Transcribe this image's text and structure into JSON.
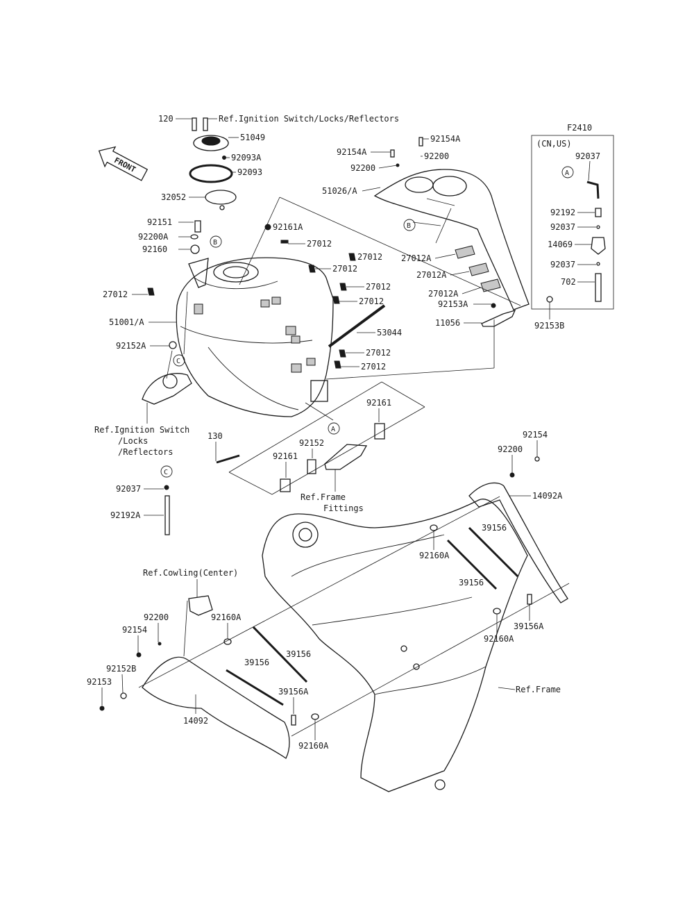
{
  "figure_code": "F2410",
  "direction_arrow": "FRONT",
  "variant_box_title": "(CN,US)",
  "circle_refs": {
    "a": "A",
    "b": "B",
    "c": "C"
  },
  "refs": {
    "ignition_top": "Ref.Ignition Switch/Locks/Reflectors",
    "ignition_left_1": "Ref.Ignition Switch",
    "ignition_left_2": "/Locks",
    "ignition_left_3": "/Reflectors",
    "frame_fittings_1": "Ref.Frame",
    "frame_fittings_2": "Fittings",
    "cowling_center": "Ref.Cowling(Center)",
    "frame": "Ref.Frame"
  },
  "parts": {
    "p120": "120",
    "p51049": "51049",
    "p92093A": "92093A",
    "p92093": "92093",
    "p32052": "32052",
    "p92151": "92151",
    "p92200A": "92200A",
    "p92160": "92160",
    "p92161A": "92161A",
    "p27012_a": "27012",
    "p27012_b": "27012",
    "p27012_c": "27012",
    "p27012_d": "27012",
    "p27012_e": "27012",
    "p27012_f": "27012",
    "p27012_g": "27012",
    "p27012_h": "27012",
    "p51001A": "51001/A",
    "p92152A": "92152A",
    "p53044": "53044",
    "p92154A_top": "92154A",
    "p92154A_left": "92154A",
    "p92200_a": "92200",
    "p92200_b": "92200",
    "p51026A": "51026/A",
    "p27012A_a": "27012A",
    "p27012A_b": "27012A",
    "p27012A_c": "27012A",
    "p92153A": "92153A",
    "p11056": "11056",
    "p92153B": "92153B",
    "v92037_a": "92037",
    "v92192": "92192",
    "v92037_b": "92037",
    "v14069": "14069",
    "v92037_c": "92037",
    "v702": "702",
    "p130": "130",
    "p92152": "92152",
    "p92161_a": "92161",
    "p92161_b": "92161",
    "p92037": "92037",
    "p92192A": "92192A",
    "p92154_r": "92154",
    "p92200_r": "92200",
    "p14092A": "14092A",
    "p39156_a": "39156",
    "p92160A_a": "92160A",
    "p39156_b": "39156",
    "p39156A_r": "39156A",
    "p92160A_b": "92160A",
    "p92200_l": "92200",
    "p92154_l": "92154",
    "p92160A_c": "92160A",
    "p39156_c": "39156",
    "p39156_d": "39156",
    "p92152B": "92152B",
    "p92153": "92153",
    "p39156A_l": "39156A",
    "p14092": "14092",
    "p92160A_d": "92160A"
  }
}
